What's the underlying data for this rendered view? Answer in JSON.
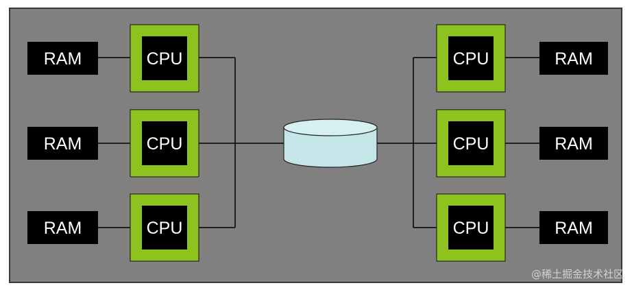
{
  "colors": {
    "panel_background": "#808080",
    "panel_border": "#3a3a3a",
    "box_fill": "#000000",
    "cpu_frame": "#8dc21f",
    "label_text": "#ffffff",
    "connector": "#000000",
    "storage_fill": "#c4e6e8"
  },
  "left_group": {
    "nodes": [
      {
        "ram": "RAM",
        "cpu": "CPU"
      },
      {
        "ram": "RAM",
        "cpu": "CPU"
      },
      {
        "ram": "RAM",
        "cpu": "CPU"
      }
    ]
  },
  "right_group": {
    "nodes": [
      {
        "ram": "RAM",
        "cpu": "CPU"
      },
      {
        "ram": "RAM",
        "cpu": "CPU"
      },
      {
        "ram": "RAM",
        "cpu": "CPU"
      }
    ]
  },
  "shared_storage": {
    "icon": "database-cylinder-icon"
  },
  "watermark": "@稀土掘金技术社区"
}
